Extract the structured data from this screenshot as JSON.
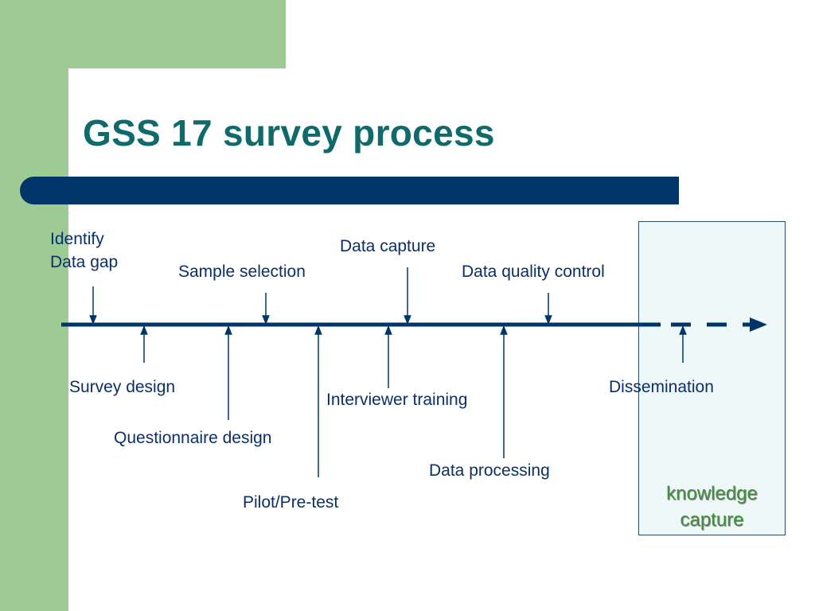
{
  "slide": {
    "title": "GSS 17 survey process",
    "accent_color": "#00356a",
    "title_color": "#0f6a6a",
    "sidebar_color": "#9ecb94"
  },
  "stages_above": [
    {
      "line1": "Identify",
      "line2": "Data gap"
    },
    {
      "label": "Sample selection"
    },
    {
      "label": "Data capture"
    },
    {
      "label": "Data quality control"
    }
  ],
  "stages_below": [
    {
      "label": "Survey design"
    },
    {
      "label": "Questionnaire design"
    },
    {
      "label": "Pilot/Pre-test"
    },
    {
      "label": "Interviewer training"
    },
    {
      "label": "Data processing"
    },
    {
      "label": "Dissemination"
    }
  ],
  "knowledge_box": {
    "line1": "knowledge",
    "line2": "capture",
    "text_color": "#3f8f3c"
  }
}
